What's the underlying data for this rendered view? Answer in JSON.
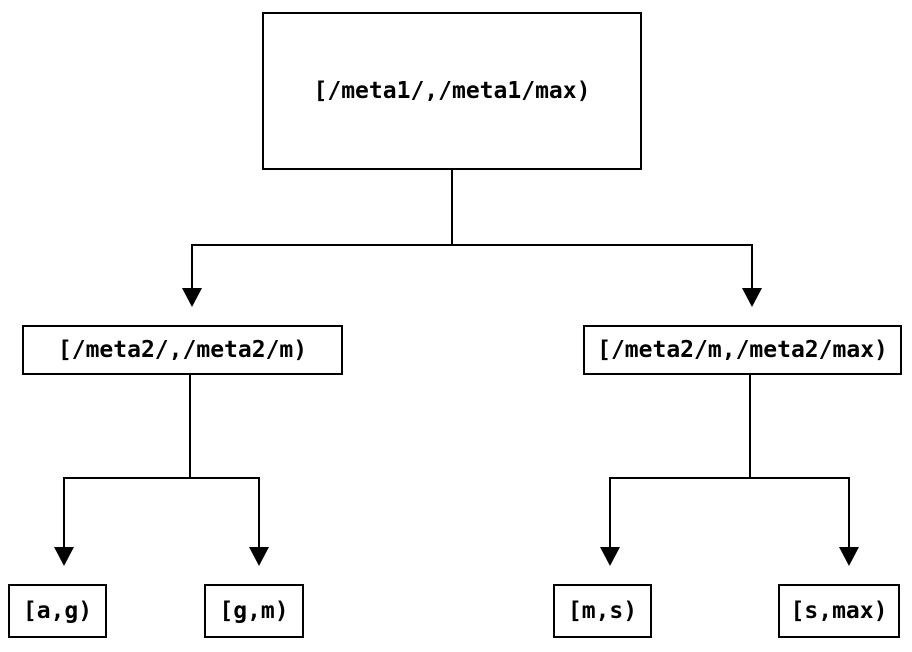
{
  "diagram": {
    "type": "tree",
    "description": "Binary key-range partition tree diagram",
    "nodes": {
      "root": {
        "label": "[/meta1/,/meta1/max)"
      },
      "l2left": {
        "label": "[/meta2/,/meta2/m)"
      },
      "l2right": {
        "label": "[/meta2/m,/meta2/max)"
      },
      "leaf_ag": {
        "label": "[a,g)"
      },
      "leaf_gm": {
        "label": "[g,m)"
      },
      "leaf_ms": {
        "label": "[m,s)"
      },
      "leaf_smax": {
        "label": "[s,max)"
      }
    },
    "edges": [
      {
        "from": "root",
        "to": "l2left"
      },
      {
        "from": "root",
        "to": "l2right"
      },
      {
        "from": "l2left",
        "to": "leaf_ag"
      },
      {
        "from": "l2left",
        "to": "leaf_gm"
      },
      {
        "from": "l2right",
        "to": "leaf_ms"
      },
      {
        "from": "l2right",
        "to": "leaf_smax"
      }
    ],
    "colors": {
      "background": "#ffffff",
      "line": "#000000",
      "box_border": "#000000",
      "text": "#000000"
    }
  }
}
